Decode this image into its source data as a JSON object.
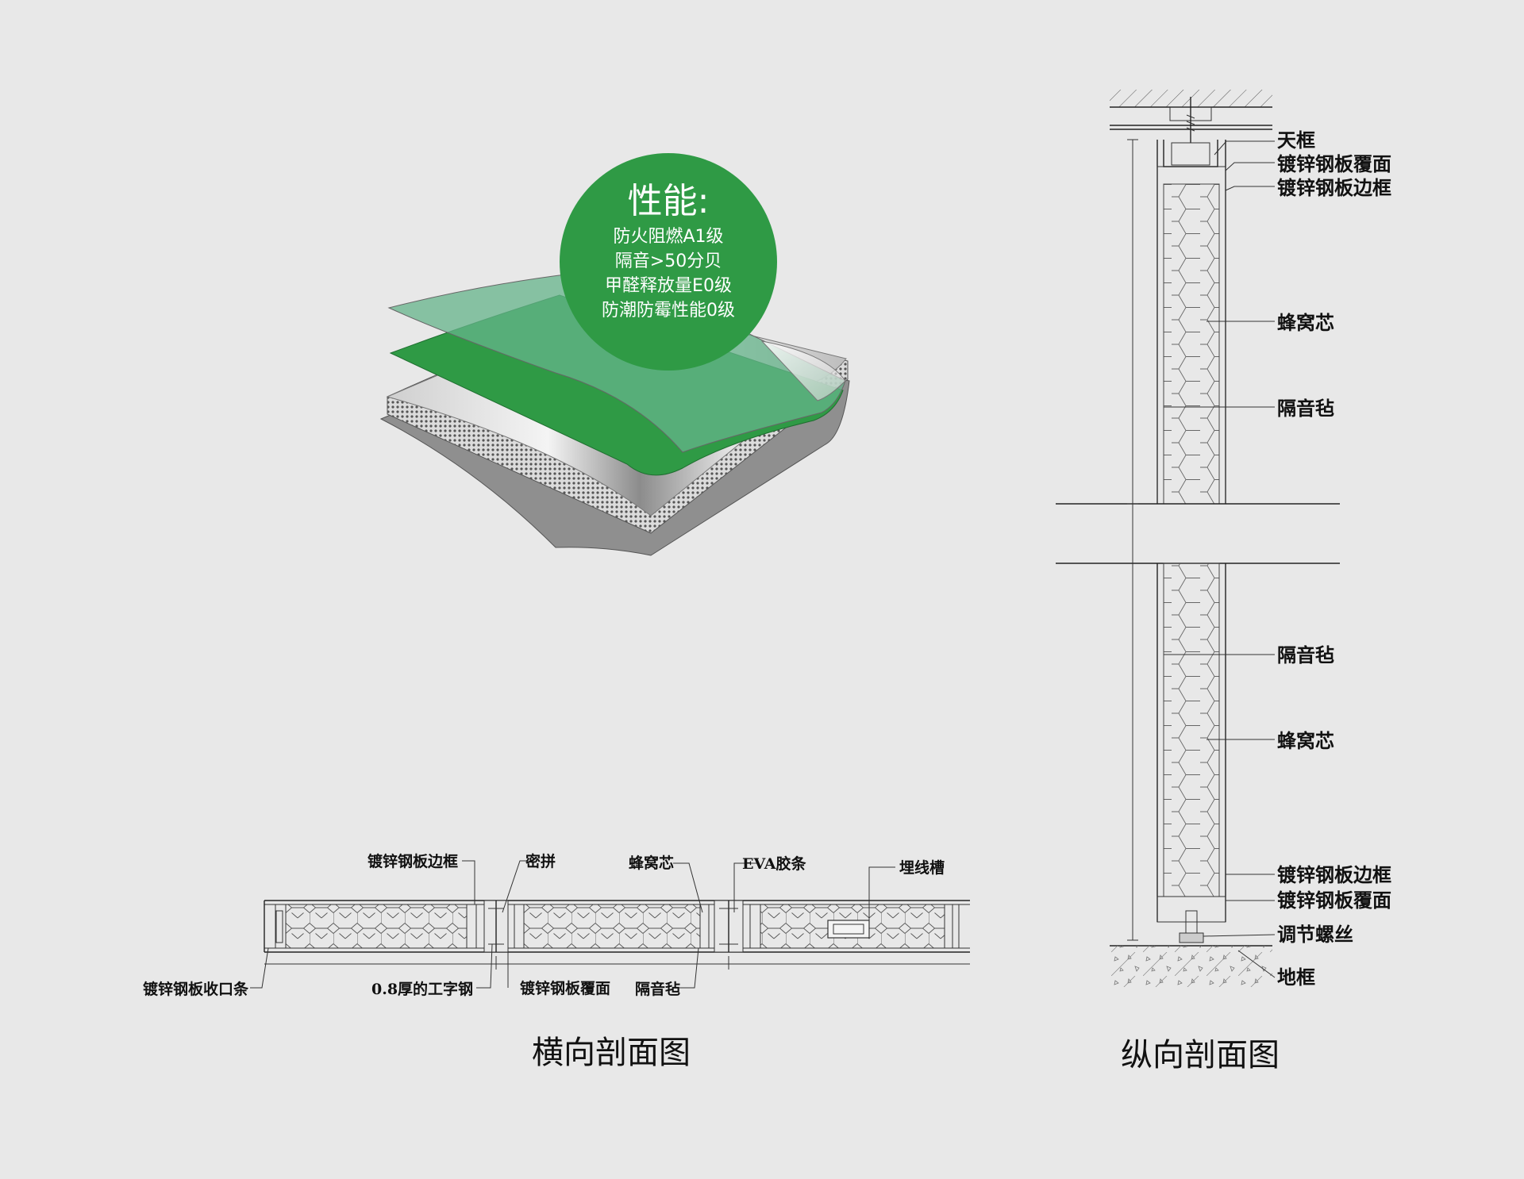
{
  "performance": {
    "title": "性能:",
    "items": [
      "防火阻燃A1级",
      "隔音>50分贝",
      "甲醛释放量E0级",
      "防潮防霉性能0级"
    ],
    "color": "#2f9a45"
  },
  "horizontal_section": {
    "title": "横向剖面图",
    "labels": {
      "frame": "镀锌钢板边框",
      "seal": "密拼",
      "honeycomb": "蜂窝芯",
      "eva": "EVA胶条",
      "conduit": "埋线槽",
      "edge_strip": "镀锌钢板收口条",
      "i_steel": "0.8厚的工字钢",
      "cover": "镀锌钢板覆面",
      "felt": "隔音毡"
    }
  },
  "vertical_section": {
    "title": "纵向剖面图",
    "labels": {
      "top_frame": "天框",
      "cover_top": "镀锌钢板覆面",
      "frame_top": "镀锌钢板边框",
      "honeycomb_top": "蜂窝芯",
      "felt_top": "隔音毡",
      "felt_bottom": "隔音毡",
      "honeycomb_bottom": "蜂窝芯",
      "frame_bottom": "镀锌钢板边框",
      "cover_bottom": "镀锌钢板覆面",
      "screw": "调节螺丝",
      "floor_frame": "地框"
    }
  }
}
